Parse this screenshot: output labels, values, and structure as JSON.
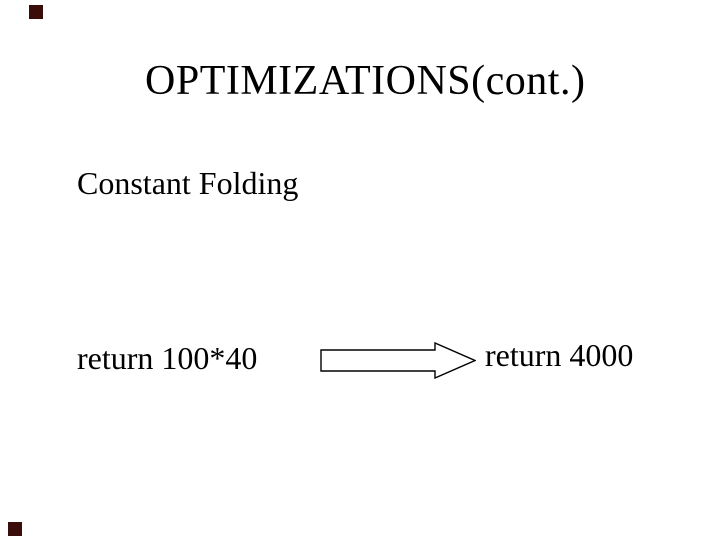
{
  "slide": {
    "title": "OPTIMIZATIONS(cont.)",
    "topic": "Constant Folding",
    "example": {
      "before": "return 100*40",
      "after": "return 4000"
    }
  },
  "icons": {
    "arrow": "right-block-arrow",
    "markers": [
      "corner-marker-top-left",
      "corner-marker-bottom-left"
    ]
  },
  "colors": {
    "background": "#ffffff",
    "text": "#000000",
    "arrow_fill": "#ffffff",
    "arrow_stroke": "#000000",
    "corner_marker": "#3a0d0a"
  }
}
